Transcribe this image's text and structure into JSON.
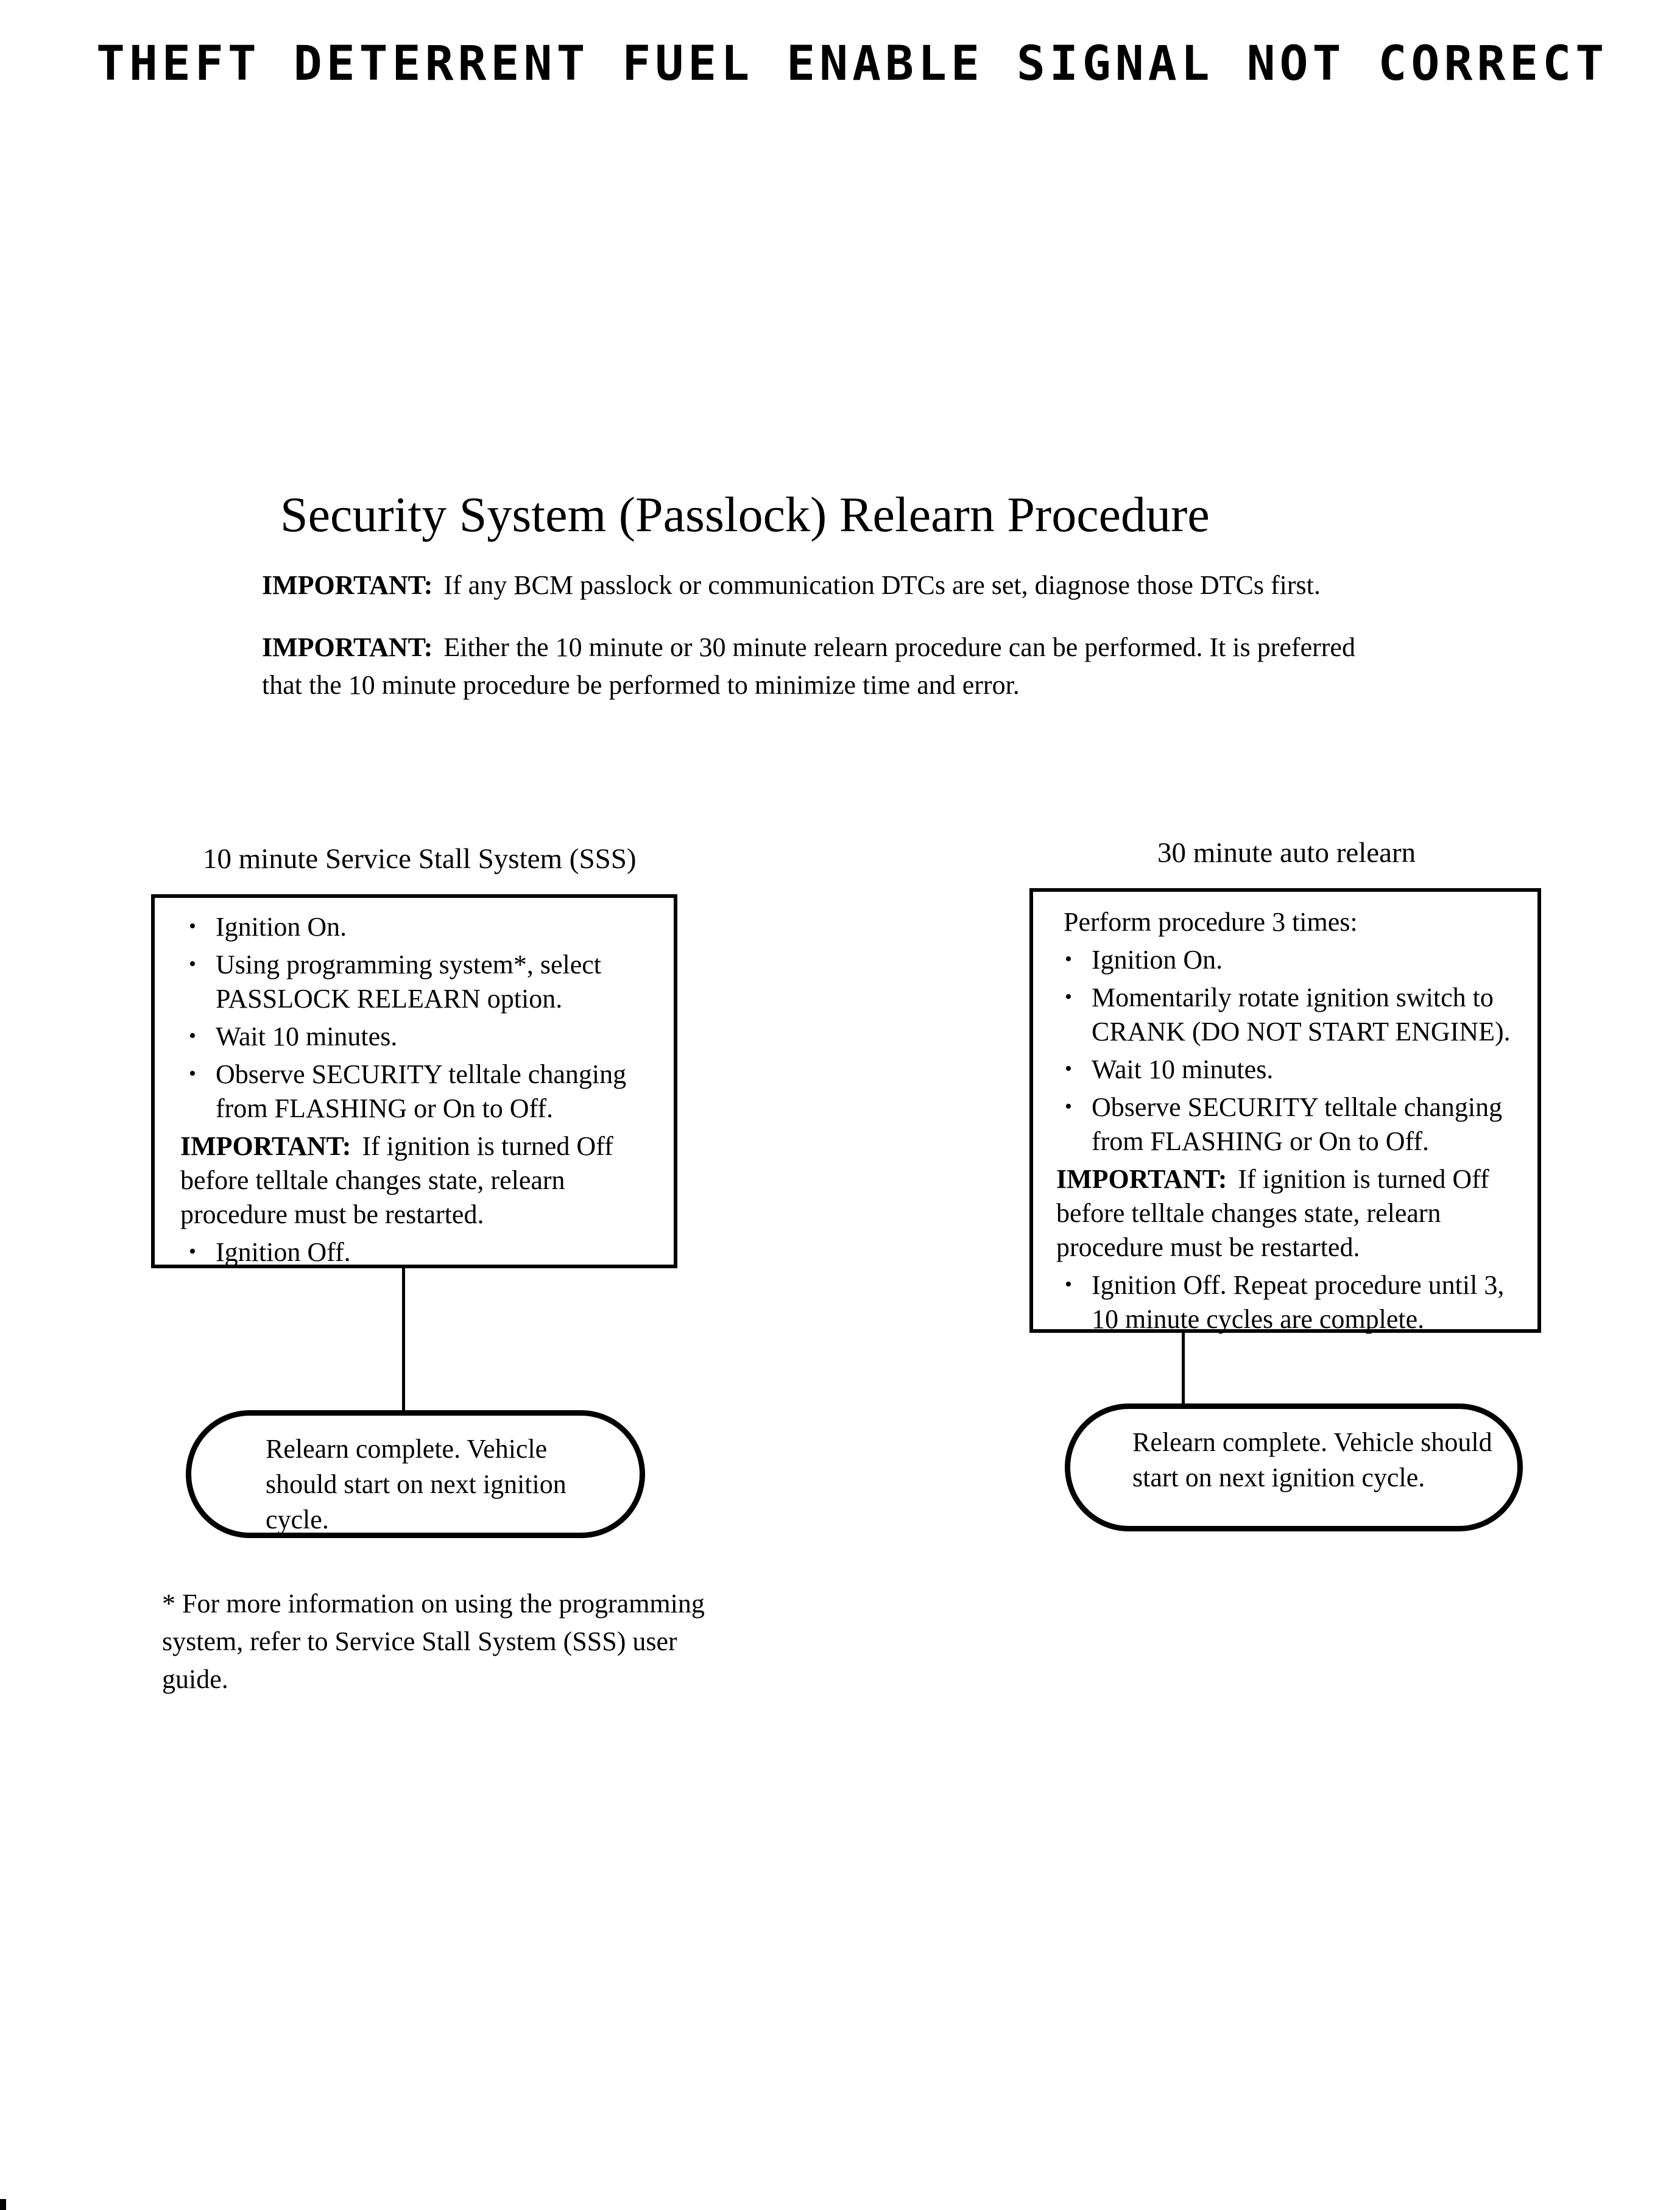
{
  "ui": {
    "bullet_char": "•"
  },
  "page": {
    "title": "THEFT DETERRENT FUEL ENABLE SIGNAL NOT CORRECT",
    "heading": "Security System (Passlock) Relearn Procedure",
    "notes": [
      {
        "label": "IMPORTANT:",
        "text": "If any BCM passlock or communication DTCs are set, diagnose those DTCs first."
      },
      {
        "label": "IMPORTANT:",
        "text": "Either the 10 minute or 30 minute relearn procedure can be performed. It is preferred that the 10 minute procedure be performed to minimize time and error."
      }
    ]
  },
  "left_flow": {
    "heading": "10 minute Service Stall System (SSS)",
    "box": {
      "items": [
        {
          "text": "Ignition On."
        },
        {
          "text": "Using programming system*, select PASSLOCK RELEARN option."
        },
        {
          "text": "Wait 10 minutes."
        },
        {
          "text": "Observe SECURITY telltale changing from FLASHING or On to Off."
        }
      ],
      "important": {
        "label": "IMPORTANT:",
        "text": "If ignition is turned Off before telltale changes state, relearn procedure must be restarted."
      },
      "last_item": "Ignition Off."
    },
    "terminal": "Relearn complete. Vehicle should start on next ignition cycle."
  },
  "right_flow": {
    "heading": "30 minute auto relearn",
    "box": {
      "intro": "Perform procedure 3 times:",
      "items": [
        {
          "text": "Ignition On."
        },
        {
          "text": "Momentarily rotate ignition switch to CRANK (DO NOT START ENGINE)."
        },
        {
          "text": "Wait 10 minutes."
        },
        {
          "text": "Observe SECURITY telltale changing from FLASHING or On to Off."
        }
      ],
      "important": {
        "label": "IMPORTANT:",
        "text": "If ignition is turned Off before telltale changes state, relearn procedure must be restarted."
      },
      "last_item": "Ignition Off. Repeat procedure until 3, 10 minute cycles are complete."
    },
    "terminal": "Relearn complete. Vehicle should start on next ignition cycle."
  },
  "footnote": "*  For more information on using the programming system, refer to Service Stall System (SSS) user guide."
}
